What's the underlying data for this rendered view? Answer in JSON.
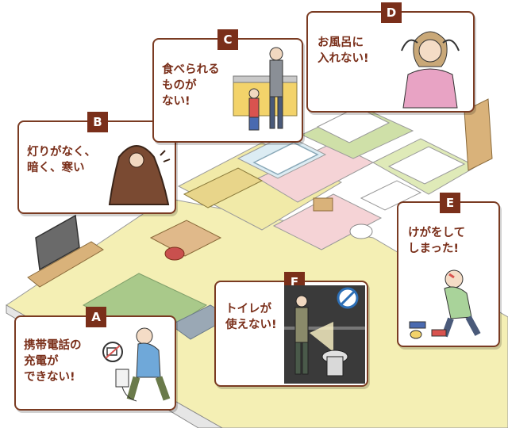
{
  "colors": {
    "accent": "#7a2f1a",
    "card_border": "#7a3b22",
    "floor_main": "#f4efb4",
    "floor_green": "#cfe0a8",
    "floor_pink": "#f5d3d6",
    "floor_blue": "#dcecf3",
    "wall": "#eeeeee"
  },
  "cards": [
    {
      "letter": "A",
      "lines": [
        "携帯電話の",
        "充電が",
        "できない!"
      ],
      "icon": "phone-charging-person-illustration"
    },
    {
      "letter": "B",
      "lines": [
        "灯りがなく、",
        "暗く、寒い"
      ],
      "icon": "blanket-person-illustration"
    },
    {
      "letter": "C",
      "lines": [
        "食べられる",
        "ものが",
        "ない!"
      ],
      "icon": "family-empty-kitchen-illustration"
    },
    {
      "letter": "D",
      "lines": [
        "お風呂に",
        "入れない!"
      ],
      "icon": "distressed-woman-illustration"
    },
    {
      "letter": "E",
      "lines": [
        "けがをして",
        "しまった!"
      ],
      "icon": "injured-man-illustration"
    },
    {
      "letter": "F",
      "lines": [
        "トイレが",
        "使えない!"
      ],
      "icon": "dark-toilet-illustration"
    }
  ]
}
